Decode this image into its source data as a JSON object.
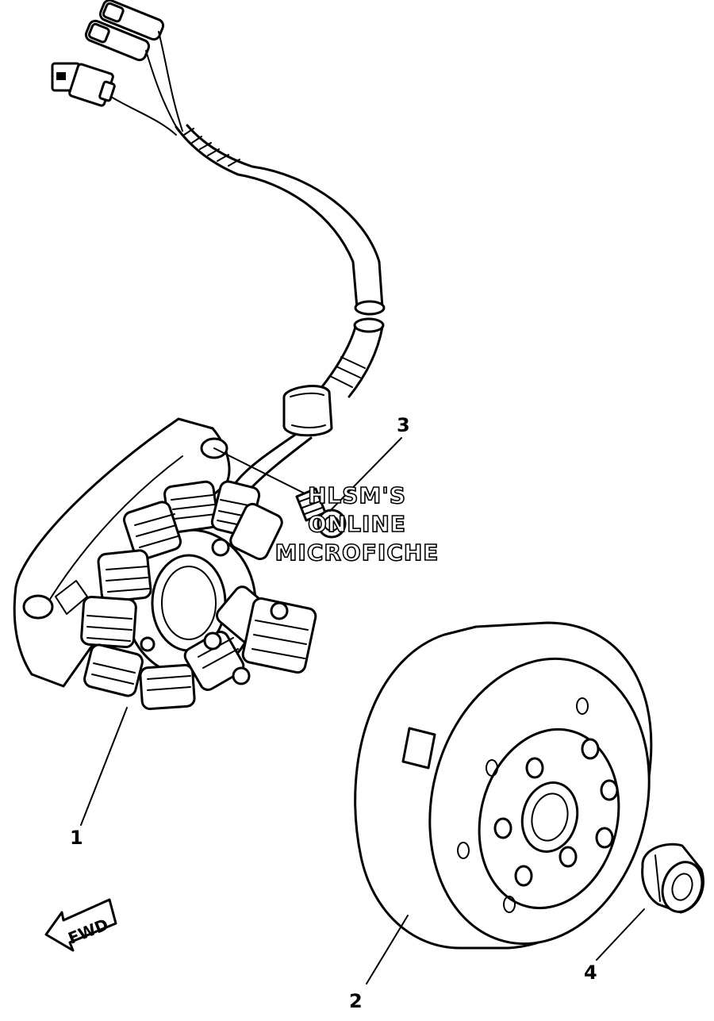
{
  "callouts": [
    {
      "id": "1",
      "label": "1"
    },
    {
      "id": "2",
      "label": "2"
    },
    {
      "id": "3",
      "label": "3"
    },
    {
      "id": "4",
      "label": "4"
    }
  ],
  "direction_arrow": {
    "label": "FWD"
  },
  "watermark": {
    "lines": [
      "HLSM'S",
      "ONLINE",
      "MICROFICHE"
    ]
  }
}
